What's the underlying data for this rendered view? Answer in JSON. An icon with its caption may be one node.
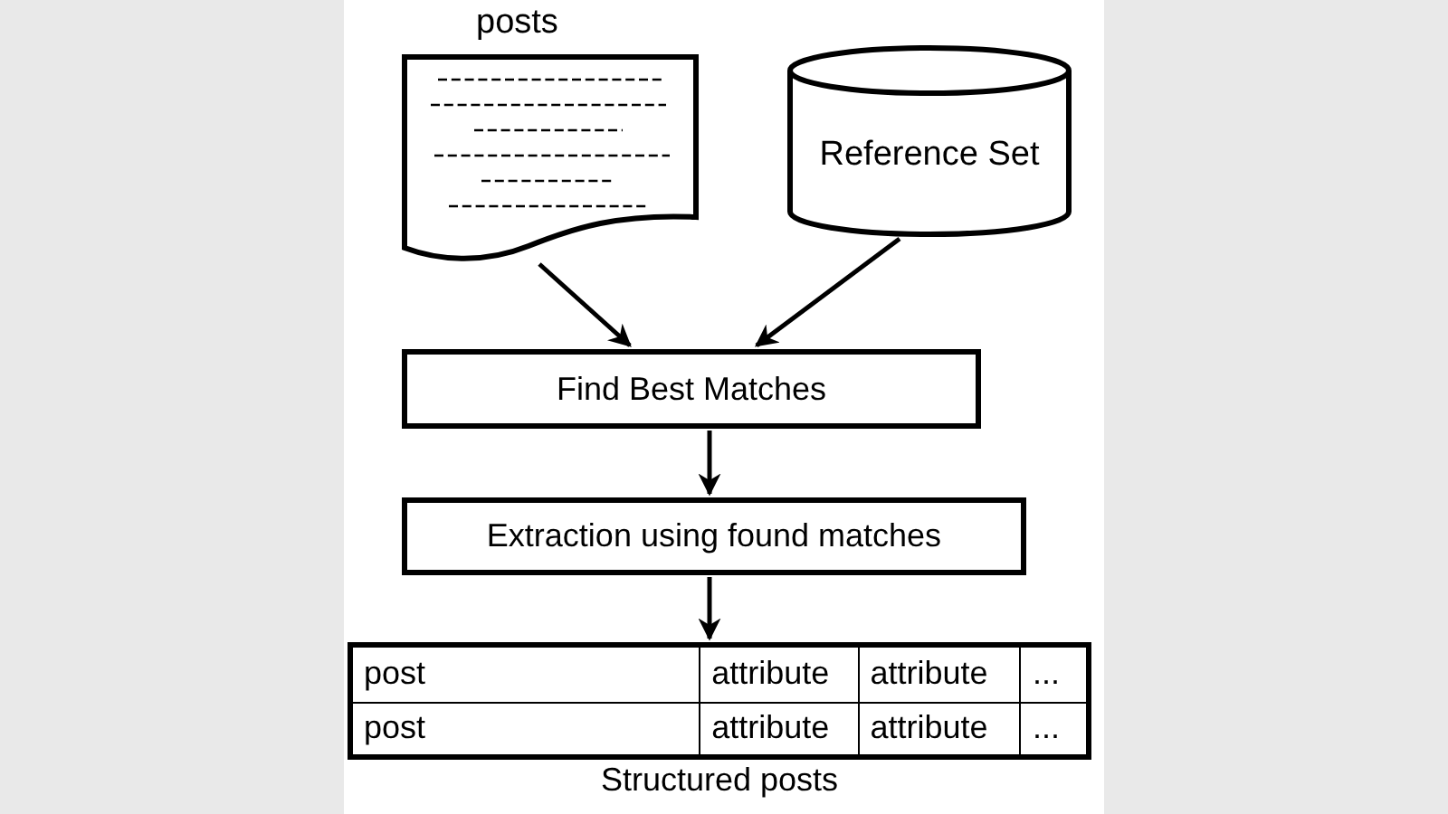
{
  "diagram": {
    "nodes": [
      {
        "text": [
          "posts"
        ]
      },
      {
        "text": [
          "Reference Set"
        ]
      },
      {
        "text": [
          "Find Best Matches"
        ]
      },
      {
        "text": [
          "Extraction using found matches"
        ]
      },
      {
        "text": [
          "Structured posts"
        ]
      }
    ],
    "edges": [
      {
        "from": 0,
        "to": 2,
        "arrow": "to"
      },
      {
        "from": 1,
        "to": 2,
        "arrow": "to"
      },
      {
        "from": 2,
        "to": 3,
        "arrow": "to"
      },
      {
        "from": 3,
        "to": 4,
        "arrow": "to"
      }
    ],
    "labels": [
      "post",
      "attribute",
      "attribute",
      "...",
      "post",
      "attribute",
      "attribute",
      "..."
    ]
  }
}
